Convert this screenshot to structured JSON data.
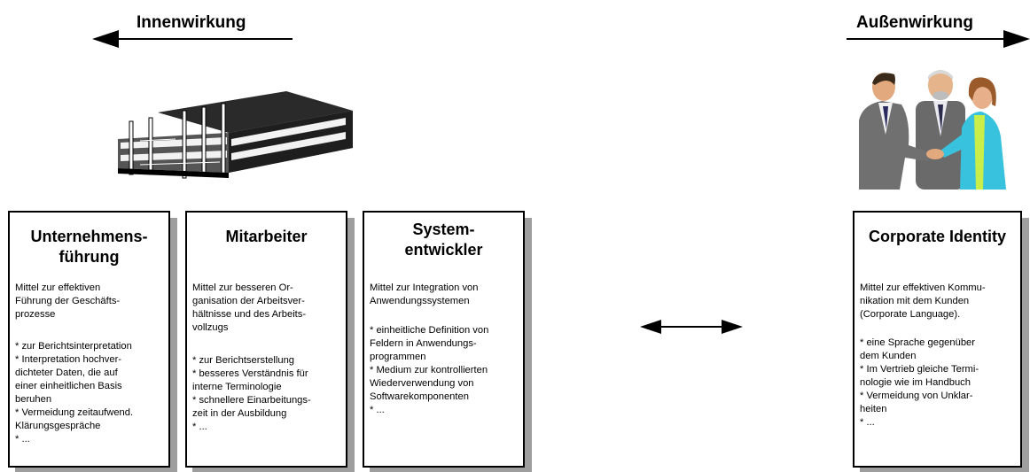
{
  "headings": {
    "left": "Innenwirkung",
    "right": "Außenwirkung"
  },
  "boxes": [
    {
      "title": "Unternehmens-\nführung",
      "intro": "Mittel zur effektiven\nFührung der Geschäfts-\nprozesse",
      "points": "* zur Berichtsinterpretation\n* Interpretation hochver-\n   dichteter Daten, die auf\n   einer einheitlichen Basis\n   beruhen\n* Vermeidung zeitaufwend.\n   Klärungsgespräche\n* ..."
    },
    {
      "title": "Mitarbeiter",
      "intro": "Mittel zur besseren Or-\nganisation der Arbeitsver-\nhältnisse und des Arbeits-\nvollzugs",
      "points": "* zur Berichtserstellung\n* besseres Verständnis für\n   interne Terminologie\n* schnellere Einarbeitungs-\n   zeit in der Ausbildung\n* ..."
    },
    {
      "title": "System-\nentwickler",
      "intro": "Mittel zur Integration von\nAnwendungssystemen",
      "points": "* einheitliche Definition von\n   Feldern in Anwendungs-\n   programmen\n* Medium zur kontrollierten\n   Wiederverwendung von\n   Softwarekomponenten\n* ..."
    },
    {
      "title": "Corporate Identity",
      "intro": "Mittel zur effektiven Kommu-\nnikation mit dem Kunden\n(Corporate Language).",
      "points": "* eine Sprache gegenüber\n   dem Kunden\n* Im Vertrieb gleiche Termi-\n   nologie wie im Handbuch\n* Vermeidung von Unklar-\n   heiten\n* ..."
    }
  ],
  "icons": {
    "building": "office-building-icon",
    "people": "business-handshake-icon"
  }
}
